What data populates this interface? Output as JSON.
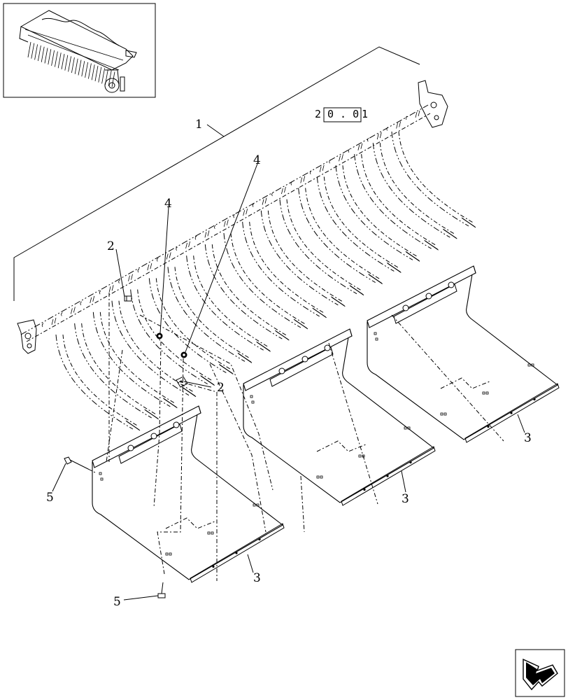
{
  "diagram": {
    "callouts": [
      {
        "id": "c1",
        "label": "1"
      },
      {
        "id": "c2a",
        "label": "2"
      },
      {
        "id": "c2b",
        "label": "2"
      },
      {
        "id": "c3a",
        "label": "3"
      },
      {
        "id": "c3b",
        "label": "3"
      },
      {
        "id": "c3c",
        "label": "3"
      },
      {
        "id": "c4a",
        "label": "4"
      },
      {
        "id": "c4b",
        "label": "4"
      },
      {
        "id": "c5a",
        "label": "5"
      },
      {
        "id": "c5b",
        "label": "5"
      }
    ],
    "reference": {
      "prefix": "2",
      "boxed": "0 . 0",
      "suffix": "1"
    }
  },
  "icons": {
    "thumbnail": "pickup-header-thumbnail",
    "navigation": "next-page-arrow-icon"
  }
}
